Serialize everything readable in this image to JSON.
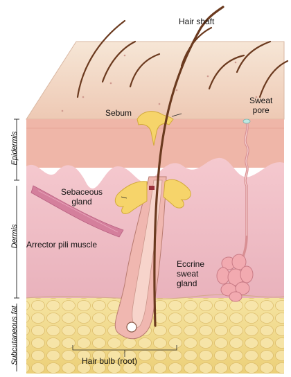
{
  "labels": {
    "hair_shaft": "Hair shaft",
    "sebum": "Sebum",
    "sweat_pore_line1": "Sweat",
    "sweat_pore_line2": "pore",
    "sebaceous_line1": "Sebaceous",
    "sebaceous_line2": "gland",
    "arrector": "Arrector pili muscle",
    "eccrine_line1": "Eccrine",
    "eccrine_line2": "sweat",
    "eccrine_line3": "gland",
    "hair_bulb": "Hair bulb (root)"
  },
  "layers": {
    "epidermis": "Epidermis",
    "dermis": "Dermis",
    "subcutaneous": "Subcutaneous fat"
  },
  "colors": {
    "epidermis_top": "#f2d9c4",
    "epidermis": "#f0b9b0",
    "dermis": "#f3c6cc",
    "fat": "#f3dc8c",
    "hair": "#6b3a1f",
    "gland": "#f7d76a",
    "duct": "#e9a4a4"
  }
}
